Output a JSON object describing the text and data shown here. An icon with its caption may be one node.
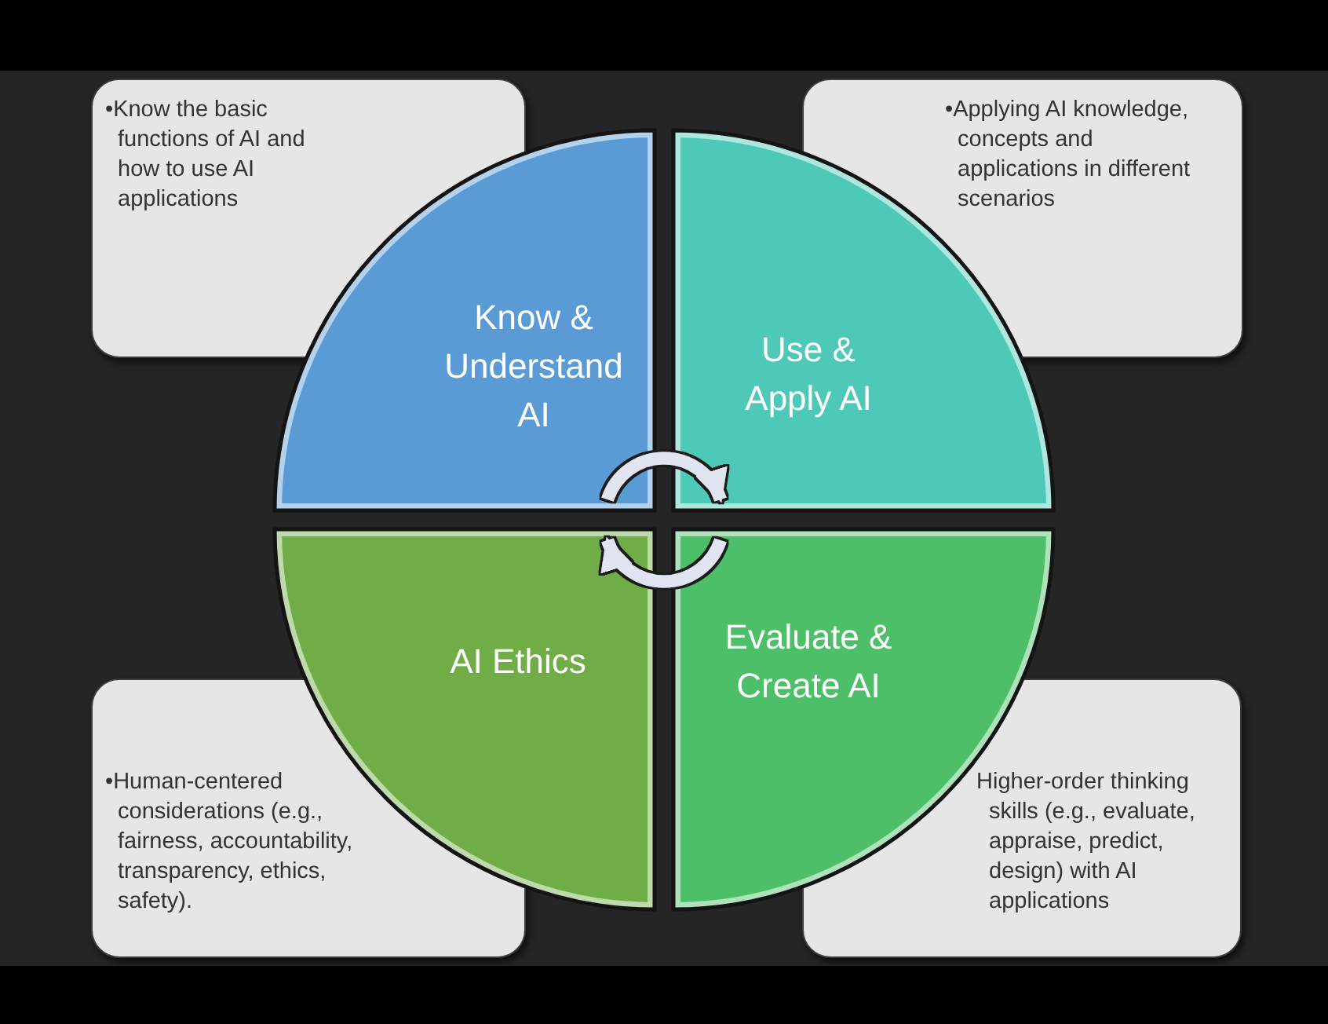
{
  "diagram": {
    "nodes": [
      {
        "text": [
          "•Know the basic functions of AI and how to use AI applications"
        ]
      },
      {
        "text": [
          "•Applying AI knowledge, concepts and applications in different scenarios"
        ]
      },
      {
        "text": [
          "Know & Understand AI"
        ]
      },
      {
        "text": [
          "Use & Apply AI"
        ]
      },
      {
        "text": [
          "AI Ethics"
        ]
      },
      {
        "text": [
          "Evaluate & Create AI"
        ]
      },
      {
        "text": [
          "•Human-centered considerations (e.g., fairness, accountability, transparency, ethics, safety)."
        ]
      },
      {
        "text": [
          "Higher-order thinking skills (e.g., evaluate, appraise, predict, design) with AI applications"
        ]
      }
    ],
    "edges": [
      {
        "from": 2,
        "to": 3,
        "arrow": "to"
      },
      {
        "from": 5,
        "to": 4,
        "arrow": "to"
      }
    ]
  }
}
